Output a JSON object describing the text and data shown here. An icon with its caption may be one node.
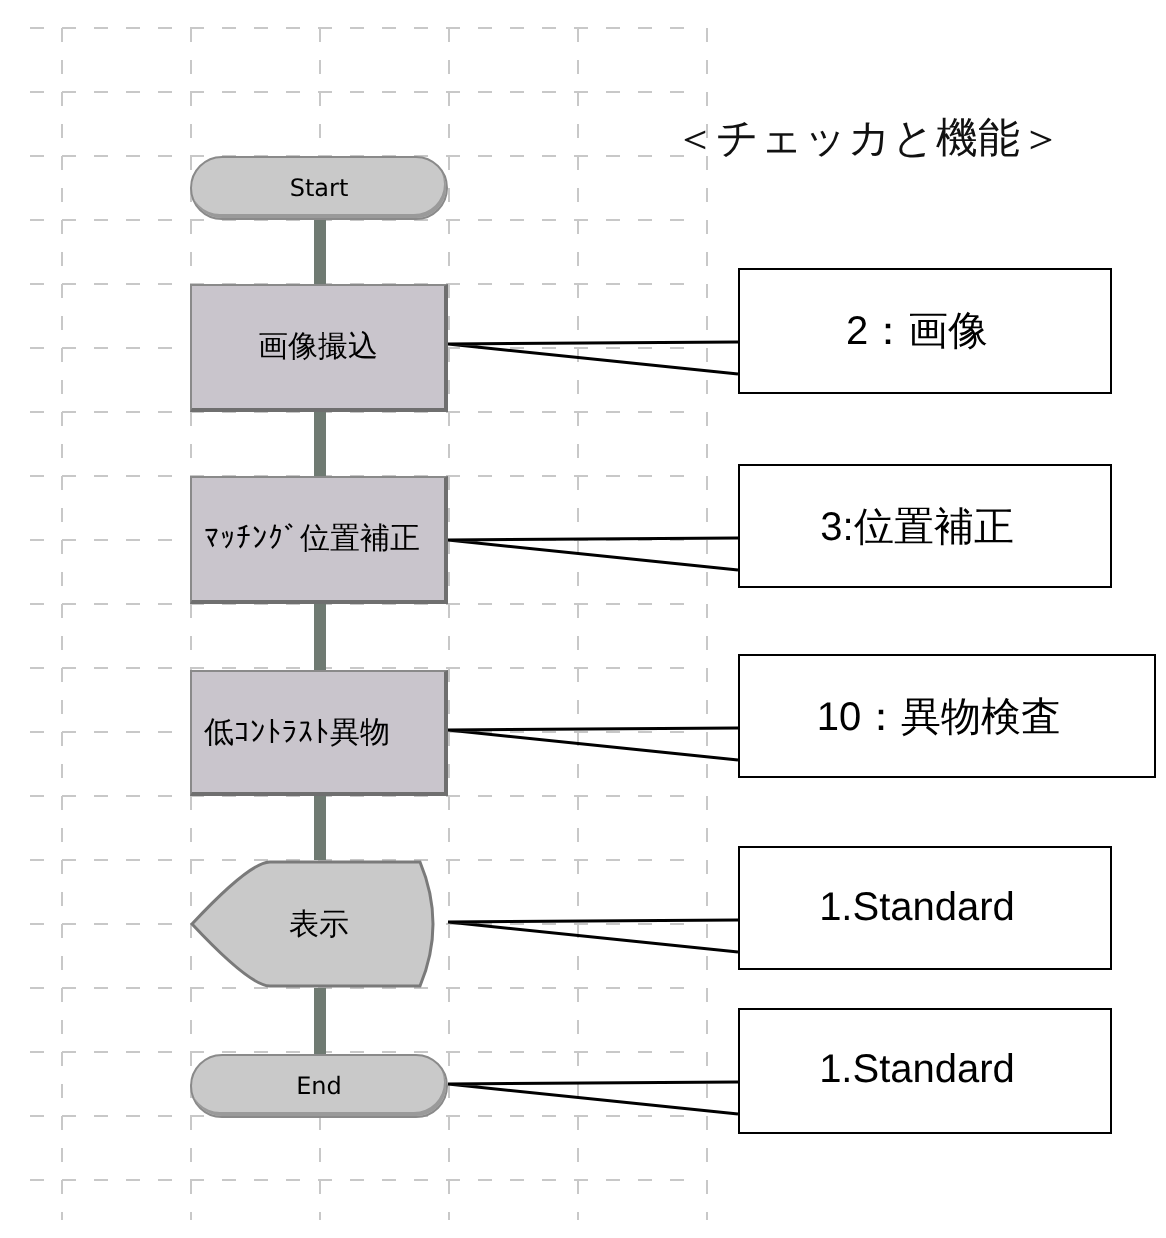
{
  "diagram": {
    "title": "＜チェッカと機能＞",
    "nodes": [
      {
        "text": [
          "Start"
        ]
      },
      {
        "text": [
          "画像撮込"
        ]
      },
      {
        "text": [
          "ﾏｯﾁﾝｸﾞ位置補正"
        ]
      },
      {
        "text": [
          "低ｺﾝﾄﾗｽﾄ異物"
        ]
      },
      {
        "text": [
          "表示"
        ]
      },
      {
        "text": [
          "End"
        ]
      },
      {
        "text": [
          "2：画像"
        ]
      },
      {
        "text": [
          "3:位置補正"
        ]
      },
      {
        "text": [
          "10：異物検査"
        ]
      },
      {
        "text": [
          "1.Standard"
        ]
      },
      {
        "text": [
          "1.Standard"
        ]
      }
    ],
    "edges": [
      {
        "from": 0,
        "to": 1,
        "arrow": "none",
        "style": "thick",
        "color": "#6f7a72"
      },
      {
        "from": 1,
        "to": 2,
        "arrow": "none",
        "style": "thick",
        "color": "#6f7a72"
      },
      {
        "from": 2,
        "to": 3,
        "arrow": "none",
        "style": "thick",
        "color": "#6f7a72"
      },
      {
        "from": 3,
        "to": 4,
        "arrow": "none",
        "style": "thick",
        "color": "#6f7a72"
      },
      {
        "from": 4,
        "to": 5,
        "arrow": "none",
        "style": "thick",
        "color": "#6f7a72"
      },
      {
        "from": 6,
        "to": 1,
        "arrow": "none",
        "color": "#000000"
      },
      {
        "from": 7,
        "to": 2,
        "arrow": "none",
        "color": "#000000"
      },
      {
        "from": 8,
        "to": 3,
        "arrow": "none",
        "color": "#000000"
      },
      {
        "from": 9,
        "to": 4,
        "arrow": "none",
        "color": "#000000"
      },
      {
        "from": 10,
        "to": 5,
        "arrow": "none",
        "color": "#000000"
      }
    ]
  }
}
